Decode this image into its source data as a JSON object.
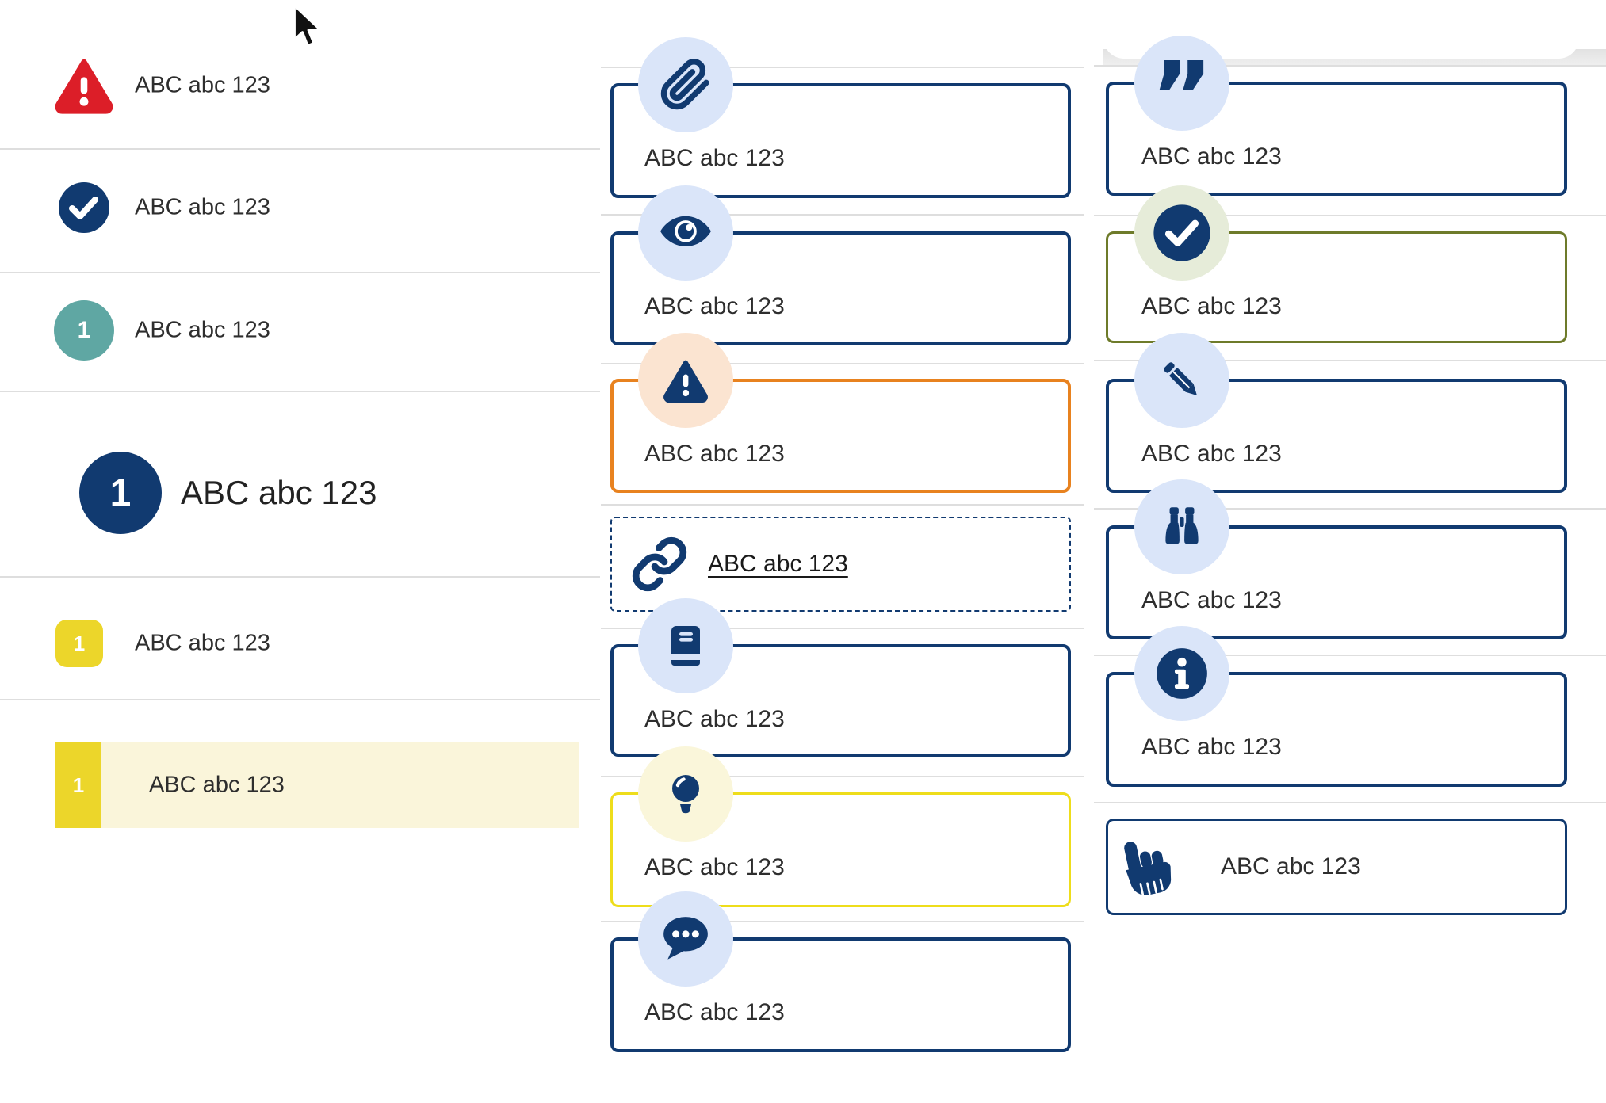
{
  "colors": {
    "navy": "#113a70",
    "light_blue": "#dae5f9",
    "red": "#dc1e28",
    "teal": "#5fa7a3",
    "yellow_badge": "#ecd62a",
    "pale_yellow_highlight": "#faf5da",
    "olive_border": "#6e7b2a",
    "sage_circle": "#e6ecd9",
    "orange_border": "#e8821f",
    "peach_circle": "#fbe4d1",
    "cream_circle": "#faf6da",
    "yellow_card_border": "#eedd1b",
    "divider_gray": "#dedede"
  },
  "left_list": {
    "rows": [
      {
        "icon": "alert-triangle-icon",
        "label": "ABC abc 123"
      },
      {
        "icon": "check-circle-icon",
        "label": "ABC abc 123"
      },
      {
        "icon": "teal-number-badge",
        "badge": "1",
        "label": "ABC abc 123"
      },
      {
        "icon": "navy-number-badge",
        "badge": "1",
        "label": "ABC abc 123"
      },
      {
        "icon": "yellow-number-badge",
        "badge": "1",
        "label": "ABC abc 123"
      },
      {
        "icon": "yellow-number-badge",
        "badge": "1",
        "label": "ABC abc 123",
        "highlighted": true
      }
    ]
  },
  "middle_cards": [
    {
      "icon": "paperclip-icon",
      "label": "ABC abc 123",
      "variant": "navy"
    },
    {
      "icon": "eye-icon",
      "label": "ABC abc 123",
      "variant": "navy"
    },
    {
      "icon": "warning-icon",
      "label": "ABC abc 123",
      "variant": "orange"
    },
    {
      "icon": "link-icon",
      "label": "ABC abc 123",
      "variant": "dashed-link"
    },
    {
      "icon": "book-icon",
      "label": "ABC abc 123",
      "variant": "navy"
    },
    {
      "icon": "lightbulb-icon",
      "label": "ABC abc 123",
      "variant": "yellow"
    },
    {
      "icon": "chat-icon",
      "label": "ABC abc 123",
      "variant": "navy"
    }
  ],
  "right_cards": [
    {
      "icon": "quote-icon",
      "label": "ABC abc 123",
      "variant": "navy",
      "quote_glyph": "”"
    },
    {
      "icon": "check-circle-icon",
      "label": "ABC abc 123",
      "variant": "olive"
    },
    {
      "icon": "pencil-icon",
      "label": "ABC abc 123",
      "variant": "navy"
    },
    {
      "icon": "binoculars-icon",
      "label": "ABC abc 123",
      "variant": "navy"
    },
    {
      "icon": "info-icon",
      "label": "ABC abc 123",
      "variant": "navy"
    },
    {
      "icon": "hand-point-icon",
      "label": "ABC abc 123",
      "variant": "navy-inline"
    }
  ]
}
